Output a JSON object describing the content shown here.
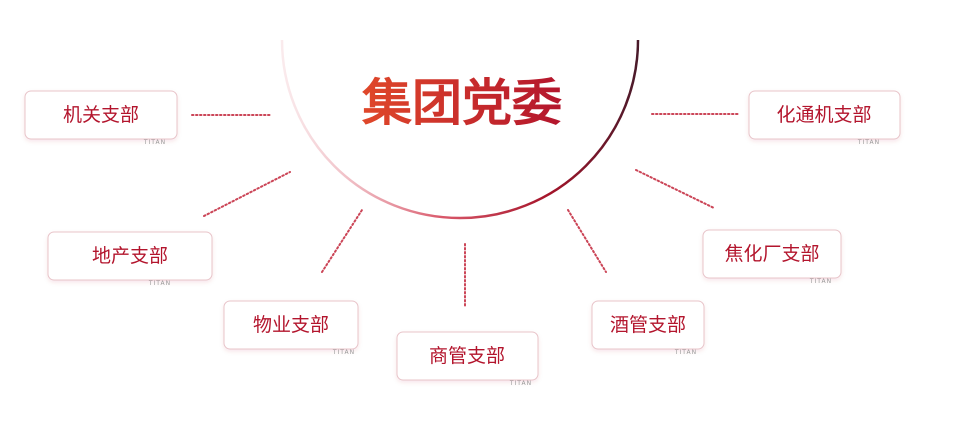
{
  "center": {
    "label": "集团党委"
  },
  "nodes": [
    {
      "id": "jiguan",
      "label": "机关支部",
      "tag": "TITAN"
    },
    {
      "id": "dichan",
      "label": "地产支部",
      "tag": "TITAN"
    },
    {
      "id": "wuye",
      "label": "物业支部",
      "tag": "TITAN"
    },
    {
      "id": "shangguan",
      "label": "商管支部",
      "tag": "TITAN"
    },
    {
      "id": "jiuguan",
      "label": "酒管支部",
      "tag": "TITAN"
    },
    {
      "id": "jiaohuachang",
      "label": "焦化厂支部",
      "tag": "TITAN"
    },
    {
      "id": "huatongji",
      "label": "化通机支部",
      "tag": "TITAN"
    }
  ],
  "colors": {
    "accent": "#b3152d",
    "title_start": "#e0482a",
    "title_end": "#b3152d",
    "node_text": "#b3152d",
    "node_border": "#e8c4c9",
    "tag_text": "#9a9a9a",
    "connector": "#c2253a"
  }
}
